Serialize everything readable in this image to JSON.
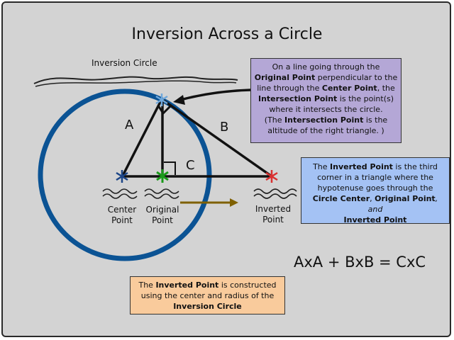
{
  "title": "Inversion Across a Circle",
  "circle_label": "Inversion Circle",
  "side_labels": {
    "a": "A",
    "b": "B",
    "c": "C"
  },
  "points": {
    "center": {
      "line1": "Center",
      "line2": "Point"
    },
    "original": {
      "line1": "Original",
      "line2": "Point"
    },
    "inverted": {
      "line1": "Inverted",
      "line2": "Point"
    }
  },
  "equation": "AxA + BxB = CxC",
  "notes": {
    "intersection": {
      "l1": "On a line going through the",
      "l2_bold": "Original Point",
      "l2_tail": " perpendicular to the",
      "l3_pre": "line through the ",
      "l3_bold": "Center Point",
      "l3_tail": ", the",
      "l4_bold": "Intersection Point",
      "l4_tail": " is the point(s)",
      "l5": "where it intersects the circle.",
      "l6_pre": "(The ",
      "l6_bold": "Intersection Point",
      "l6_tail": " is the",
      "l7": "altitude of the right triangle. )"
    },
    "inverted": {
      "l1_pre": "The ",
      "l1_bold": "Inverted Point",
      "l1_tail": " is the third",
      "l2": "corner in a triangle where the",
      "l3": "hypotenuse goes through the",
      "l4_bold_a": "Circle Center",
      "l4_sep": ", ",
      "l4_bold_b": "Original Point",
      "l4_italic": ", and",
      "l5_bold": "Inverted Point"
    },
    "construction": {
      "l1_pre": "The ",
      "l1_bold": "Inverted Point",
      "l1_tail": " is constructed",
      "l2": "using the center and radius of the",
      "l3_bold": "Inversion Circle"
    }
  },
  "colors": {
    "background": "#d3d3d3",
    "circle": "#0b5394",
    "center_point": "#1c4587",
    "original_point": "#1a9a1a",
    "inverted_point": "#d93030",
    "intersection_point": "#6fa8dc",
    "arrow": "#7f6000",
    "note_purple": "#b4a7d6",
    "note_blue": "#a4c2f4",
    "note_orange": "#f9cb9c"
  },
  "icons": {
    "center_marker": "asterisk",
    "original_marker": "asterisk",
    "inverted_marker": "asterisk",
    "intersection_marker": "asterisk",
    "underline_marks": "tilde-squiggle"
  }
}
